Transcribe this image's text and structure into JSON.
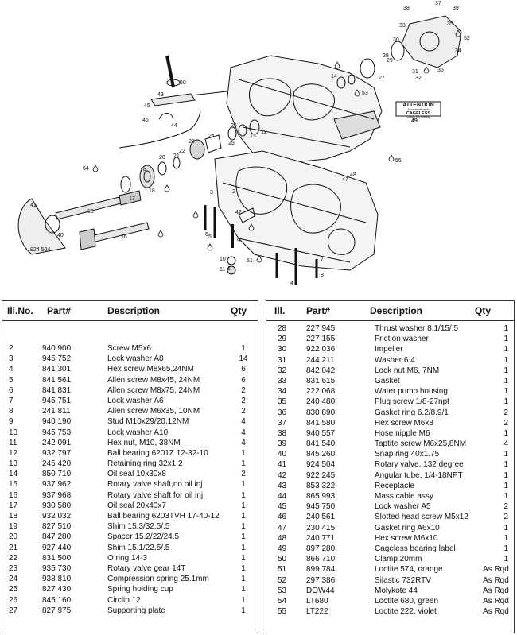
{
  "diagram": {
    "callouts": [
      "1",
      "2",
      "3",
      "4",
      "5",
      "6",
      "7",
      "8",
      "9",
      "10",
      "11",
      "12",
      "13",
      "14",
      "15",
      "16",
      "17",
      "18",
      "19",
      "20",
      "21",
      "22",
      "23",
      "24",
      "25",
      "26",
      "27",
      "28",
      "29",
      "30",
      "31",
      "32",
      "33",
      "34",
      "35",
      "36",
      "37",
      "38",
      "39",
      "40",
      "41",
      "42",
      "43",
      "44",
      "45",
      "46",
      "47",
      "48",
      "49",
      "50",
      "51",
      "52",
      "53",
      "54",
      "55"
    ],
    "attention_label": {
      "title": "ATTENTION",
      "line2": "Al measurements",
      "line3": "CAGELESS",
      "line4": "bottom pin bearing",
      "number": "49"
    },
    "rotary_valve_part": "924 504"
  },
  "left_table": {
    "headers": {
      "ill": "Ill.No.",
      "part": "Part#",
      "desc": "Description",
      "qty": "Qty"
    },
    "rows": [
      [
        "2",
        "940 900",
        "Screw M5x6",
        "1"
      ],
      [
        "3",
        "945 752",
        "Lock washer A8",
        "14"
      ],
      [
        "4",
        "841 301",
        "Hex screw M8x65,24NM",
        "6"
      ],
      [
        "5",
        "841 561",
        "Allen screw M8x45, 24NM",
        "6"
      ],
      [
        "6",
        "841 831",
        "Allen screw M8x75, 24NM",
        "2"
      ],
      [
        "7",
        "945 751",
        "Lock washer A6",
        "2"
      ],
      [
        "8",
        "241 811",
        "Allen screw M6x35, 10NM",
        "2"
      ],
      [
        "9",
        "940 190",
        "Stud M10x29/20,12NM",
        "4"
      ],
      [
        "10",
        "945 753",
        "Lock washer A10",
        "4"
      ],
      [
        "11",
        "242 091",
        "Hex nut, M10, 38NM",
        "4"
      ],
      [
        "12",
        "932 797",
        "Ball bearing 6201Z 12-32-10",
        "1"
      ],
      [
        "13",
        "245 420",
        "Retaining ring 32x1.2",
        "1"
      ],
      [
        "14",
        "850 710",
        "Oil seal 10x30x8",
        "2"
      ],
      [
        "15",
        "937 962",
        "Rotary valve shaft,no oil inj",
        "1"
      ],
      [
        "16",
        "937 968",
        "Rotary valve shaft for oil inj",
        "1"
      ],
      [
        "17",
        "930 580",
        "Oil seal 20x40x7",
        "1"
      ],
      [
        "18",
        "932 032",
        "Ball bearing 6203TVH 17-40-12",
        "1"
      ],
      [
        "19",
        "827 510",
        "Shim 15.3/32.5/.5",
        "1"
      ],
      [
        "20",
        "847 280",
        "Spacer 15.2/22/24.5",
        "1"
      ],
      [
        "21",
        "927 440",
        "Shim 15.1/22.5/.5",
        "1"
      ],
      [
        "22",
        "831 500",
        "O ring 14-3",
        "1"
      ],
      [
        "23",
        "935 730",
        "Rotary valve gear 14T",
        "1"
      ],
      [
        "24",
        "938 810",
        "Compression spring 25.1mm",
        "1"
      ],
      [
        "25",
        "827 430",
        "Spring holding cup",
        "1"
      ],
      [
        "26",
        "845 160",
        "Circlip 12",
        "1"
      ],
      [
        "27",
        "827 975",
        "Supporting plate",
        "1"
      ]
    ]
  },
  "right_table": {
    "headers": {
      "ill": "Ill.",
      "part": "Part#",
      "desc": "Description",
      "qty": "Qty"
    },
    "rows": [
      [
        "28",
        "227 945",
        "Thrust washer 8.1/15/.5",
        "1"
      ],
      [
        "29",
        "227 155",
        "Friction washer",
        "1"
      ],
      [
        "30",
        "922 036",
        "Impeller",
        "1"
      ],
      [
        "31",
        "244 211",
        "Washer 6.4",
        "1"
      ],
      [
        "32",
        "842 042",
        "Lock nut M6, 7NM",
        "1"
      ],
      [
        "33",
        "831 615",
        "Gasket",
        "1"
      ],
      [
        "34",
        "222 068",
        "Water pump housing",
        "1"
      ],
      [
        "35",
        "240 480",
        "Plug screw 1/8-27npt",
        "1"
      ],
      [
        "36",
        "830 890",
        "Gasket ring 6.2/8.9/1",
        "2"
      ],
      [
        "37",
        "841 580",
        "Hex screw M6x8",
        "2"
      ],
      [
        "38",
        "940 557",
        "Hose nipple M6",
        "1"
      ],
      [
        "39",
        "841 540",
        "Taptite screw M6x25,8NM",
        "4"
      ],
      [
        "40",
        "845 260",
        "Snap ring 40x1.75",
        "1"
      ],
      [
        "41",
        "924 504",
        "Rotary valve, 132 degree",
        "1"
      ],
      [
        "42",
        "922 245",
        "Angular tube, 1/4-18NPT",
        "1"
      ],
      [
        "43",
        "853 322",
        "Receptacle",
        "1"
      ],
      [
        "44",
        "865 993",
        "Mass cable assy",
        "1"
      ],
      [
        "45",
        "945 750",
        "Lock washer A5",
        "2"
      ],
      [
        "46",
        "240 561",
        "Slotted head screw M5x12",
        "2"
      ],
      [
        "47",
        "230 415",
        "Gasket ring A6x10",
        "1"
      ],
      [
        "48",
        "240 771",
        "Hex screw M6x10",
        "1"
      ],
      [
        "49",
        "897 280",
        "Cageless bearing label",
        "1"
      ],
      [
        "50",
        "866 710",
        "Clamp 20mm",
        "1"
      ],
      [
        "51",
        "899 784",
        "Loctite 574, orange",
        "As Rqd"
      ],
      [
        "52",
        "297 386",
        "Silastic 732RTV",
        "As Rqd"
      ],
      [
        "53",
        "DOW44",
        "Molykote 44",
        "As Rqd"
      ],
      [
        "54",
        "LT680",
        "Loctite 680, green",
        "As Rqd"
      ],
      [
        "55",
        "LT222",
        "Loctite 222, violet",
        "As Rqd"
      ]
    ]
  }
}
